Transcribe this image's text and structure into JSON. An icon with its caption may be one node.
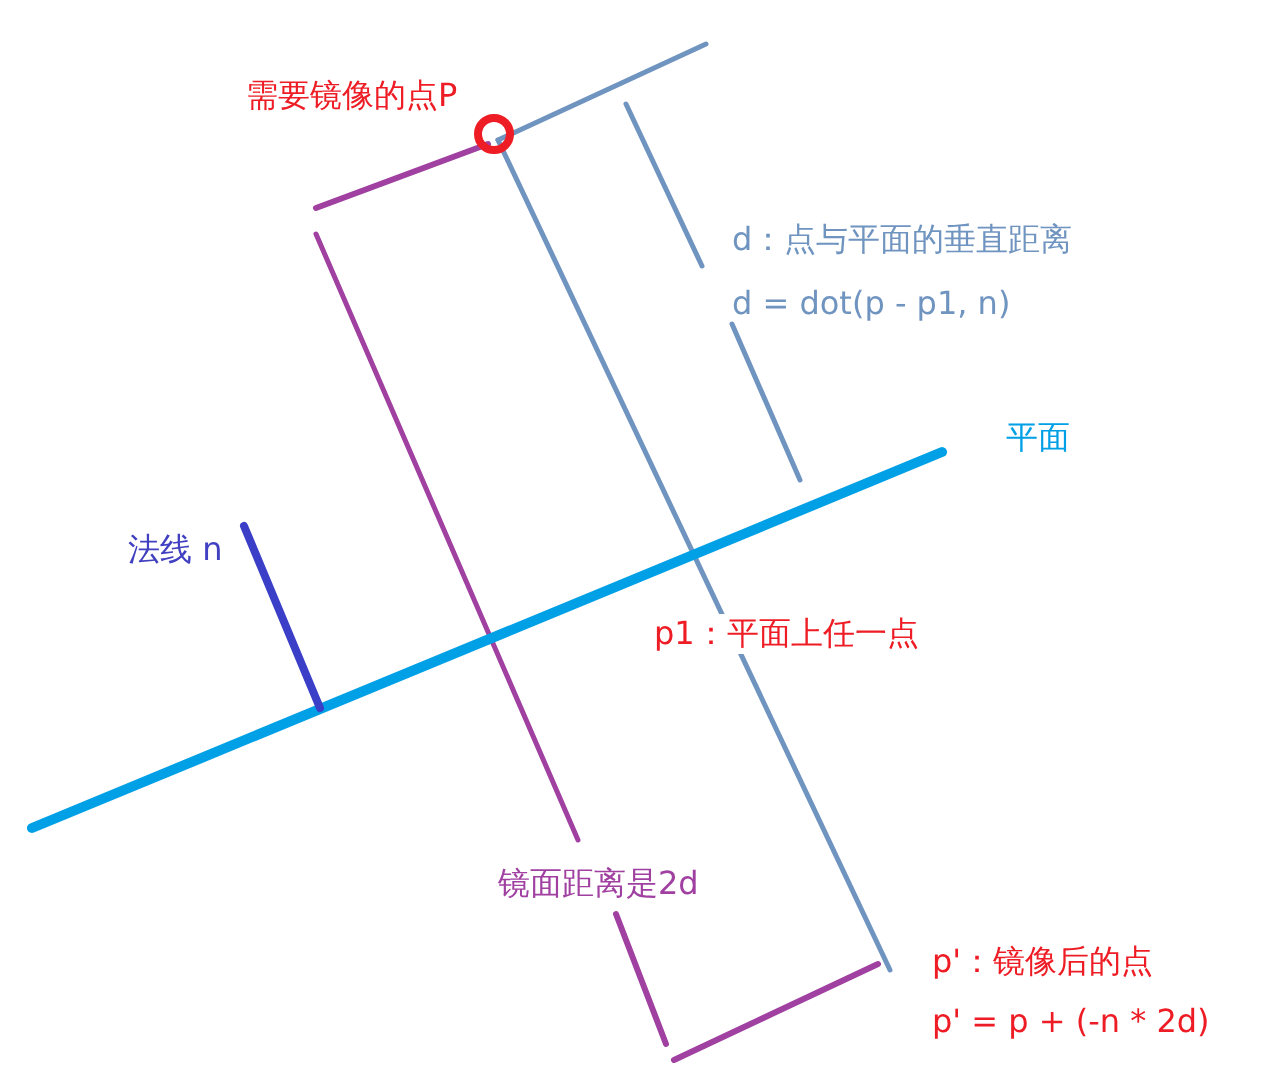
{
  "diagram": {
    "labels": [
      "需要镜像的点P",
      "d：点与平面的垂直距离",
      "d = dot(p - p1, n)",
      "平面",
      "法线 n",
      "p1：平面上任一点",
      "镜面距离是2d",
      "p'：镜像后的点",
      "p' = p + (-n * 2d)"
    ]
  }
}
